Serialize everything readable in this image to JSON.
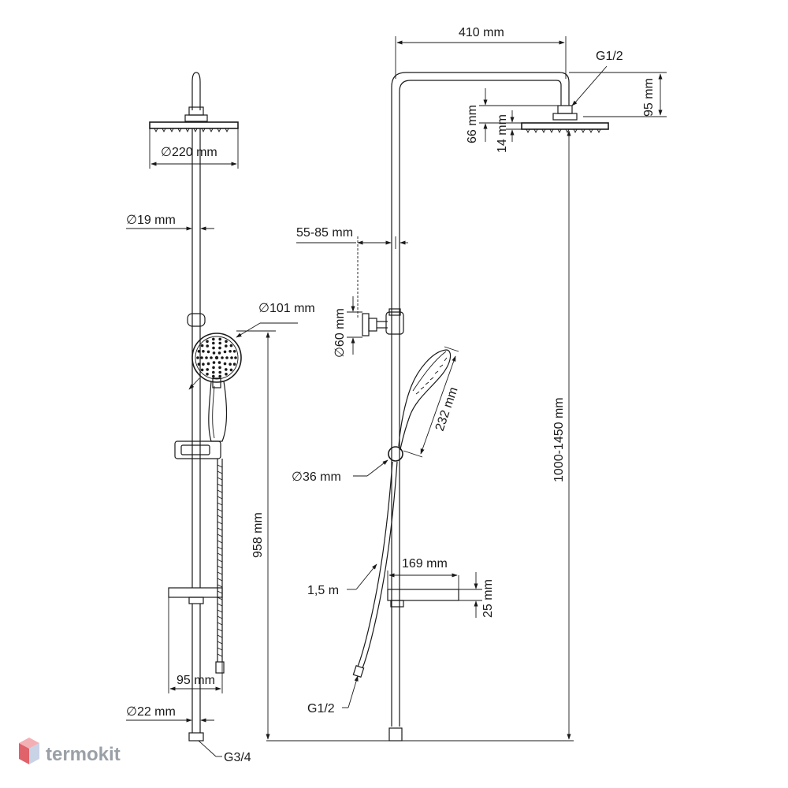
{
  "dimensions": {
    "head_diameter": "220 mm",
    "pipe_diameter": "19 mm",
    "handshower_diameter": "101 mm",
    "total_height": "958 mm",
    "shelf_width": "95 mm",
    "bottom_pipe_diameter": "22 mm",
    "inlet_thread": "G3/4",
    "arm_length": "410 mm",
    "head_thread": "G1/2",
    "arm_height": "95 mm",
    "head_drop": "66 mm",
    "head_thickness": "14 mm",
    "wall_distance": "55-85 mm",
    "bracket_diameter": "60 mm",
    "handshower_length": "232 mm",
    "diverter_diameter": "36 mm",
    "height_range": "1000-1450 mm",
    "shelf_depth": "169 mm",
    "shelf_height": "25 mm",
    "hose_length": "1,5 m",
    "hose_thread": "G1/2"
  },
  "dim_prefix": "∅",
  "brand": {
    "name": "termokit",
    "accent": "#e0626a"
  }
}
